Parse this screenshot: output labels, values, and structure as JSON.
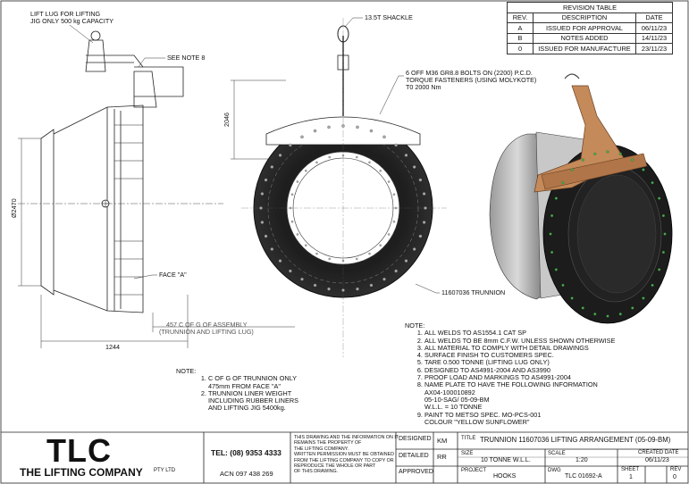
{
  "revision_table": {
    "title": "REVISION TABLE",
    "headers": [
      "REV.",
      "DESCRIPTION",
      "DATE"
    ],
    "rows": [
      {
        "rev": "A",
        "description": "ISSUED FOR APPROVAL",
        "date": "06/11/23"
      },
      {
        "rev": "B",
        "description": "NOTES ADDED",
        "date": "14/11/23"
      },
      {
        "rev": "0",
        "description": "ISSUED FOR MANUFACTURE",
        "date": "23/11/23"
      }
    ]
  },
  "callouts": {
    "lift_lug_line1": "LIFT LUG FOR LIFTING",
    "lift_lug_line2": "JIG ONLY 500 kg CAPACITY",
    "see_note": "SEE NOTE 8",
    "shackle": "13.5T SHACKLE",
    "bolts_line1": "6 OFF M36 GR8.8 BOLTS ON (2200) P.C.D.",
    "bolts_line2": "TORQUE FASTENERS (USING MOLYKOTE)",
    "bolts_line3": "T0 2000 Nm",
    "face_a": "FACE \"A\"",
    "trunnion": "11607036 TRUNNION"
  },
  "dimensions": {
    "height": "2046",
    "diameter": "Ø2470",
    "cog_line1": "457 C OF G OF ASSEMBLY",
    "cog_line2": "(TRUNNION AND  LIFTING LUG)",
    "width": "1244"
  },
  "notes_left": {
    "title": "NOTE:",
    "items": [
      "C OF G OF TRUNNION ONLY\n475mm FROM FACE \"A\"",
      "TRUNNION LINER WEIGHT\nINCLUDING RUBBER LINERS\nAND LIFTING JIG 5400kg."
    ]
  },
  "notes_right": {
    "title": "NOTE:",
    "items": [
      "ALL WELDS TO AS1554.1 CAT SP",
      "ALL WELDS TO BE 8mm C.F.W. UNLESS SHOWN OTHERWISE",
      "ALL MATERIAL TO COMPLY WITH DETAIL DRAWINGS",
      "SURFACE FINISH TO CUSTOMERS SPEC.",
      "TARE 0.500 TONNE (LIFTING LUG ONLY)",
      "DESIGNED TO AS4991-2004 AND AS3990",
      "PROOF LOAD AND MARKINGS TO AS4991-2004",
      "NAME PLATE TO HAVE THE FOLLOWING INFORMATION\nAX04-100010892\n05-10-SAG/ 05-09-BM\nW.L.L. = 10 TONNE",
      "PAINT TO METSO SPEC. MO-PCS-001\nCOLOUR \"YELLOW SUNFLOWER\""
    ]
  },
  "title_block": {
    "logo": "TLC",
    "company": "THE LIFTING COMPANY",
    "company_suffix": "PTY LTD",
    "tel": "TEL: (08) 9353 4333",
    "acn": "ACN 097 438 269",
    "disclaimer": "THIS DRAWING AND THE INFORMATION ON IT\nREMAINS THE PROPERTY OF\nTHE LIFTING COMPANY.\nWRITTEN PERMISSION MUST BE OBTAINED\nFROM THE LIFTING COMPANY TO COPY OR\nREPRODUCE THE WHOLE OR PART\nOF THIS DRAWING.",
    "designed_label": "DESIGNED",
    "designed_value": "KM",
    "detailed_label": "DETAILED",
    "detailed_value": "RR",
    "approved_label": "APPROVED",
    "approved_value": "",
    "title_label": "TITLE",
    "title_value": "TRUNNION 11607036 LIFTING ARRANGEMENT (05-09-BM)",
    "size_label": "SIZE",
    "size_value": "10 TONNE W.L.L.",
    "scale_label": "SCALE",
    "scale_value": "1:20",
    "created_label": "CREATED DATE",
    "created_value": "06/11/23",
    "project_label": "PROJECT",
    "project_value": "HOOKS",
    "dwg_label": "DWG",
    "dwg_value": "TLC 01692-A",
    "sheet_label": "SHEET",
    "sheet_value": "1",
    "rev_label": "REV",
    "rev_value": "0"
  }
}
